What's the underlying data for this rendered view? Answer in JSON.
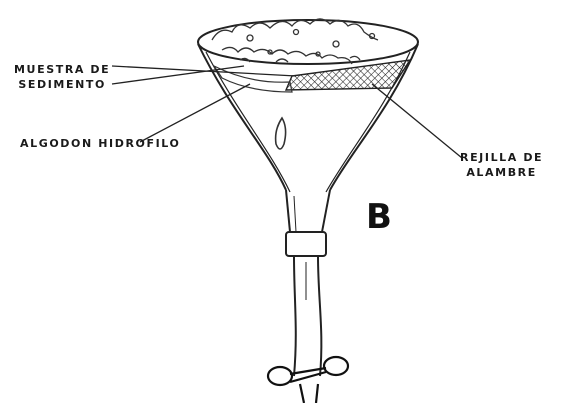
{
  "labels": {
    "muestra": [
      "MUESTRA DE",
      "SEDIMENTO"
    ],
    "algodon": "ALGODON HIDROFILO",
    "rejilla": [
      "REJILLA DE",
      "ALAMBRE"
    ],
    "panel": "B"
  }
}
